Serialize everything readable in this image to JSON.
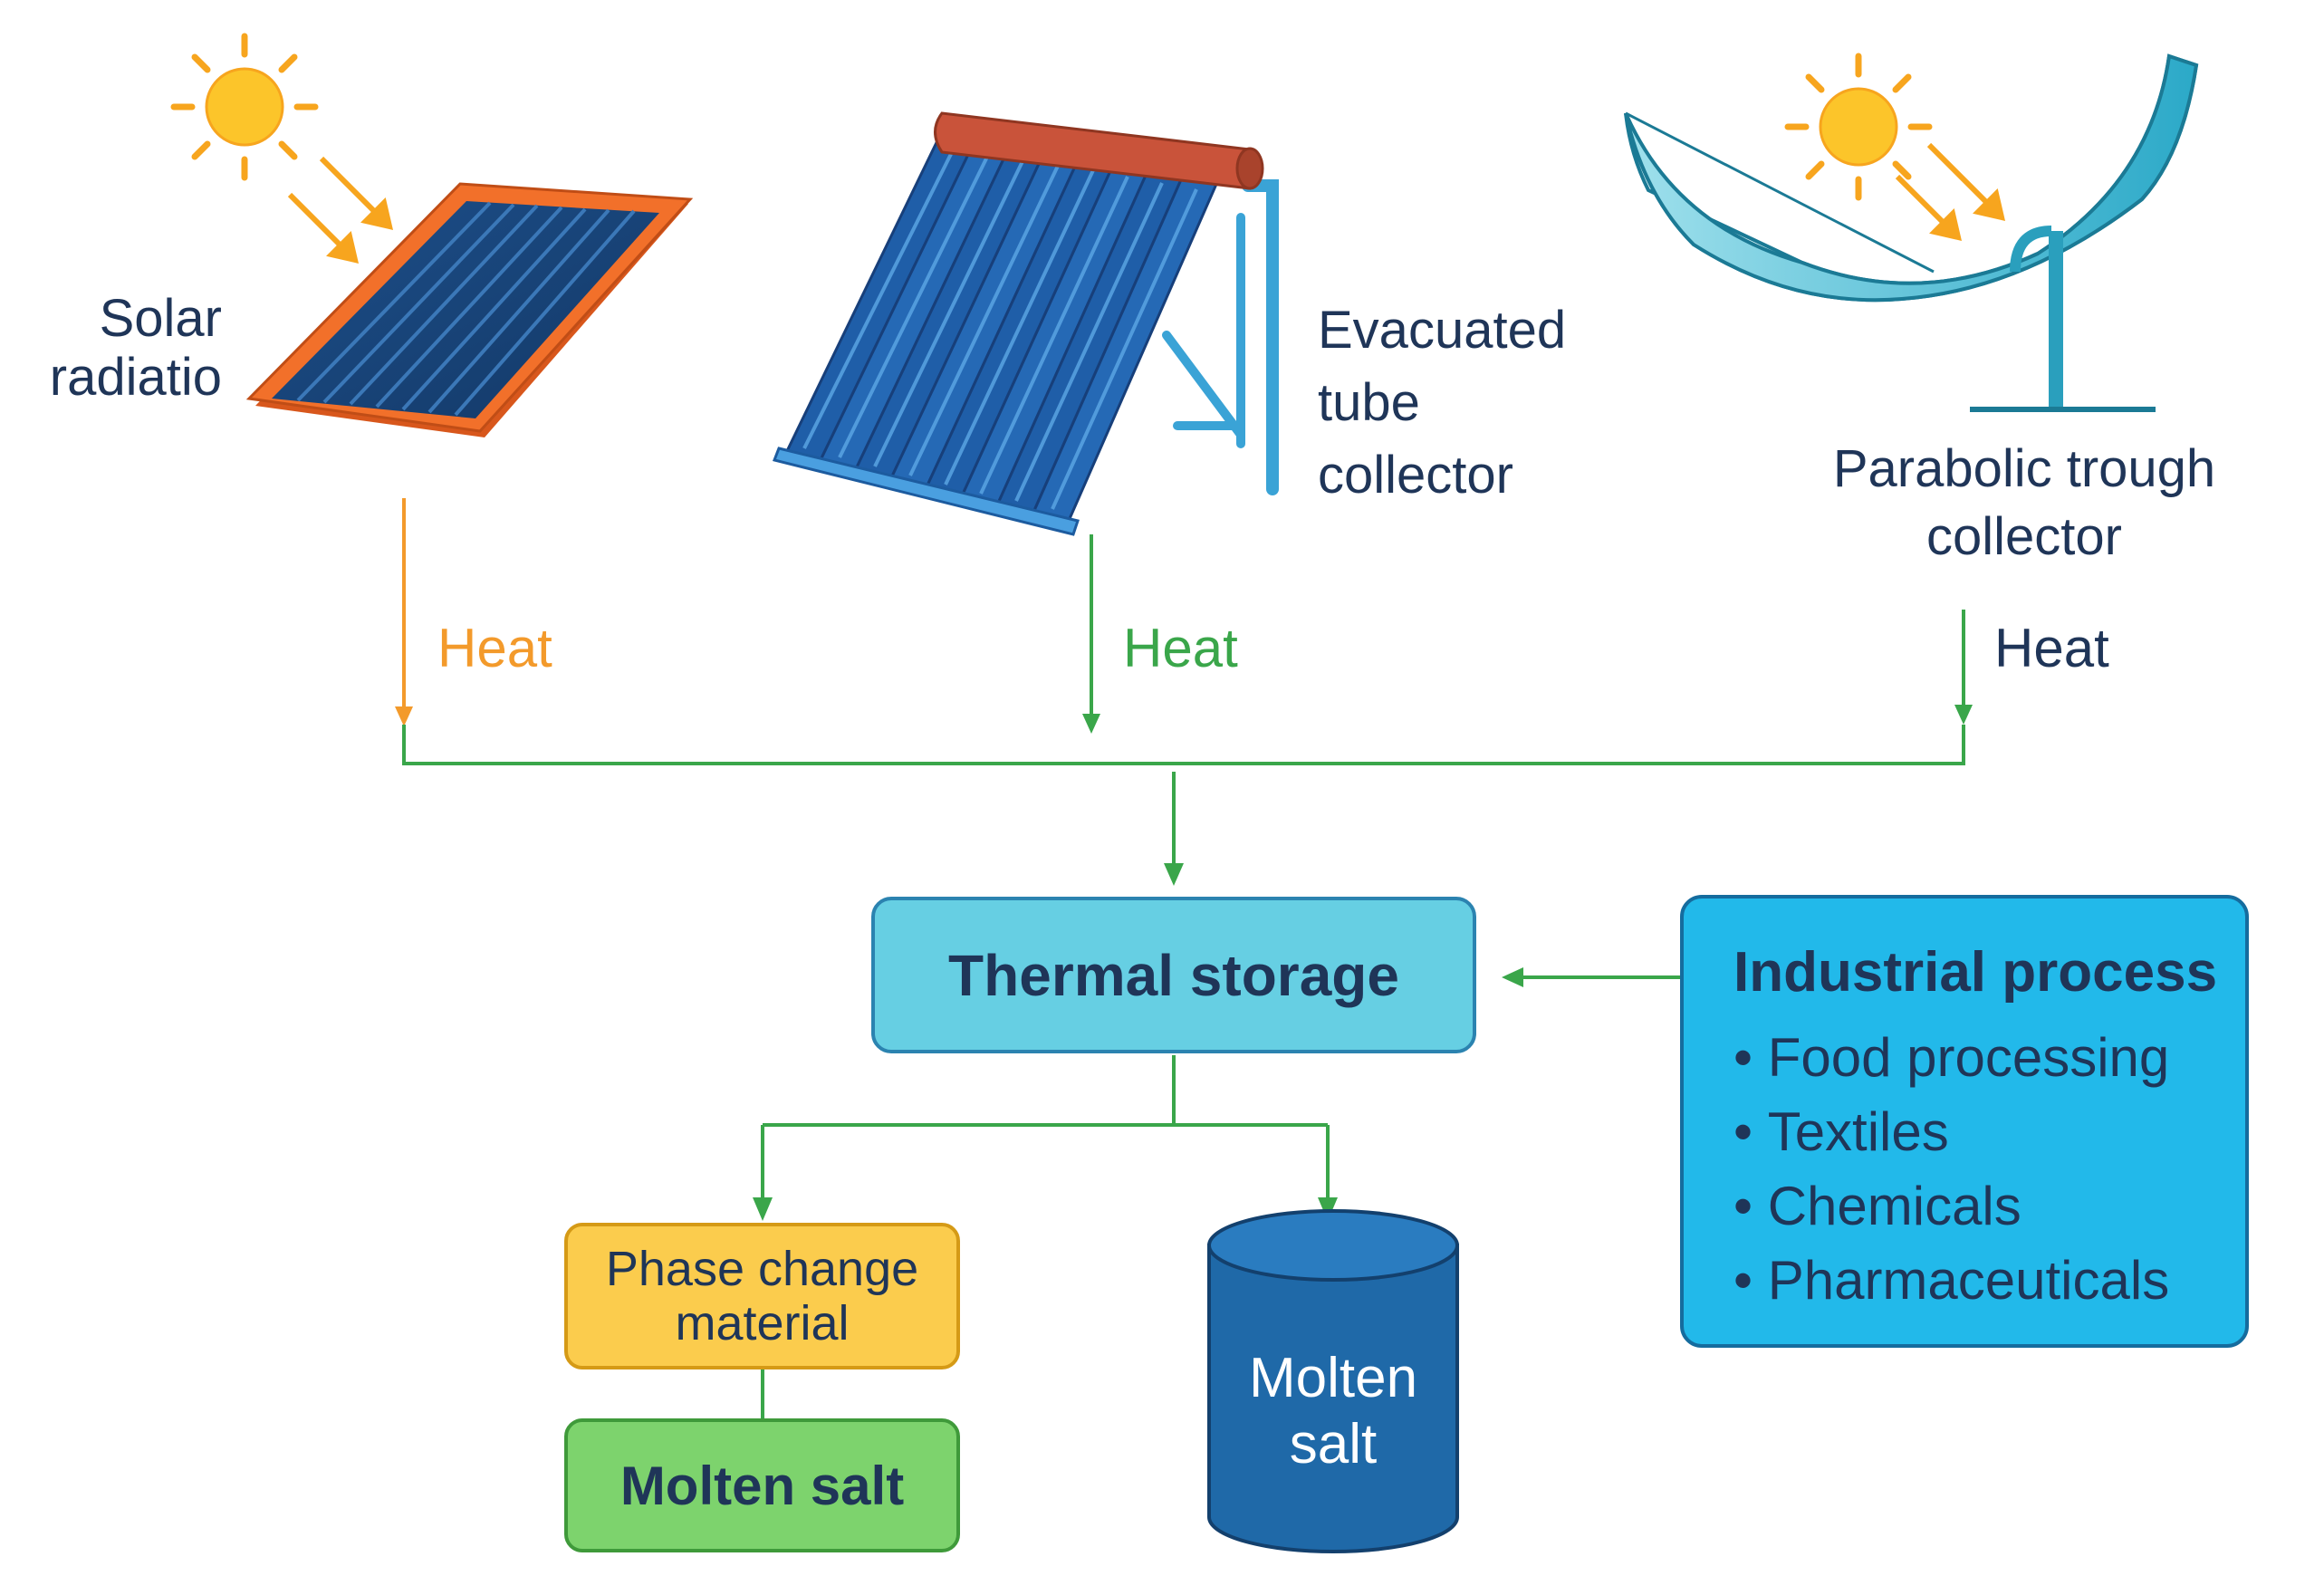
{
  "labels": {
    "solar_radiation": "Solar\nradiatio",
    "evacuated_tube": "Evacuated\ntube\ncollector",
    "parabolic_trough": "Parabolic trough\ncollector",
    "heat_1": "Heat",
    "heat_2": "Heat",
    "heat_3": "Heat"
  },
  "boxes": {
    "thermal_storage": "Thermal storage",
    "industrial_title": "Industrial process",
    "industrial_items": [
      "Food processing",
      "Textiles",
      "Chemicals",
      "Pharmaceuticals"
    ],
    "phase_change": "Phase change\nmaterial",
    "molten_salt_box": "Molten salt",
    "molten_salt_tank": "Molten\nsalt"
  },
  "colors": {
    "arrow_green": "#3aa64a",
    "arrow_orange": "#f39a2b",
    "thermal_fill": "#66cfe3",
    "industrial_fill": "#22b9ea",
    "pcm_fill": "#fbcc4d",
    "molten_fill": "#7dd36d",
    "tank_fill": "#1f69a8",
    "text_navy": "#1f3558"
  },
  "icons": [
    "sun-icon",
    "flat-plate-collector-icon",
    "evacuated-tube-collector-icon",
    "parabolic-trough-collector-icon",
    "storage-tank-icon"
  ]
}
